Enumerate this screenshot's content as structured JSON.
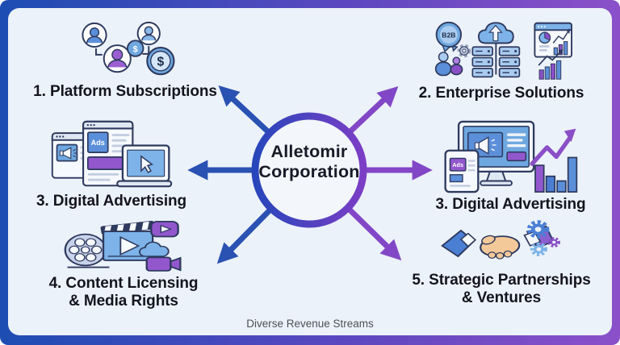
{
  "hub": {
    "title": "Alletomir\nCorporation"
  },
  "streams": [
    {
      "label": "1. Platform Subscriptions"
    },
    {
      "label": "2. Enterprise Solutions"
    },
    {
      "label": "3. Digital Advertising"
    },
    {
      "label": "3. Digital Advertising"
    },
    {
      "label": "4. Content Licensing\n& Media Rights"
    },
    {
      "label": "5. Strategic Partnerships\n& Ventures"
    }
  ],
  "icon_labels": {
    "b2b": "B2B",
    "ads": "Ads",
    "dollar": "$"
  },
  "footer": {
    "caption": "Diverse Revenue Streams"
  },
  "colors": {
    "border_gradient_start": "#1d4db2",
    "border_gradient_end": "#8b50c9",
    "panel_bg": "#ecf2f9",
    "arrow_blue": "#2a52b2",
    "arrow_purple": "#8247c6",
    "hub_ring_blue": "#2746bb",
    "hub_ring_purple": "#7b3ec5",
    "label_text": "#14141f",
    "footer_text": "#4e4f58"
  }
}
